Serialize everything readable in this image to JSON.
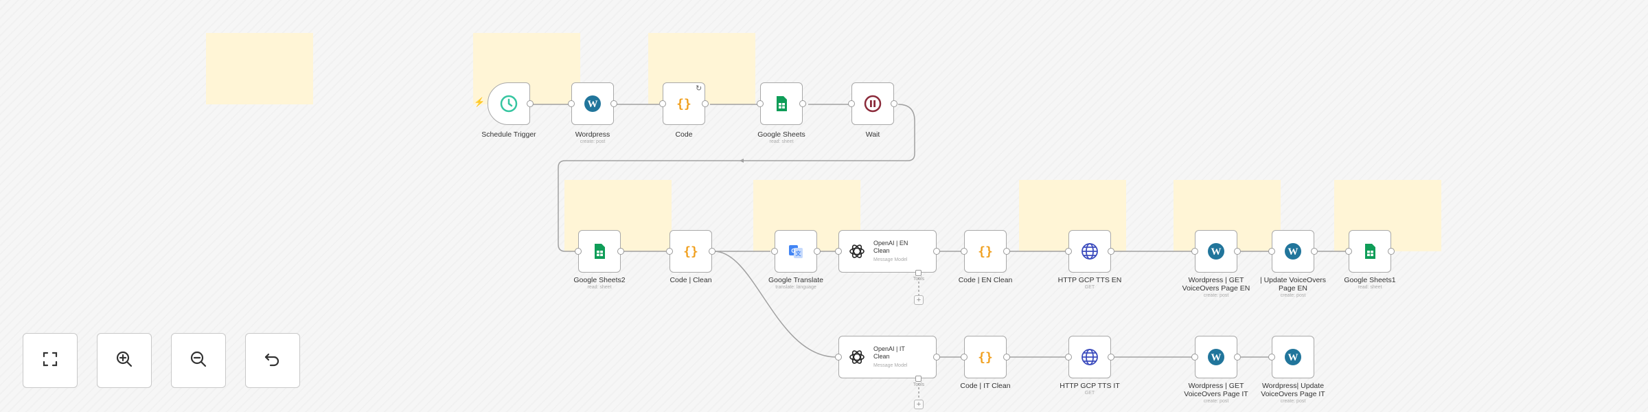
{
  "nodes": {
    "schedule_trigger": {
      "label": "Schedule Trigger",
      "icon": "clock-icon"
    },
    "wordpress": {
      "label": "Wordpress",
      "sub": "create: post",
      "icon": "wordpress-icon"
    },
    "code": {
      "label": "Code",
      "icon": "code-braces-icon"
    },
    "google_sheets": {
      "label": "Google Sheets",
      "sub": "read: sheet",
      "icon": "google-sheets-icon"
    },
    "wait": {
      "label": "Wait",
      "icon": "pause-icon"
    },
    "google_sheets2": {
      "label": "Google Sheets2",
      "sub": "read: sheet",
      "icon": "google-sheets-icon"
    },
    "code_clean": {
      "label": "Code | Clean",
      "icon": "code-braces-icon"
    },
    "google_translate": {
      "label": "Google Translate",
      "sub": "translate: language",
      "icon": "google-translate-icon"
    },
    "openai_en": {
      "title_line1": "OpenAI | EN",
      "title_line2": "Clean",
      "sub": "Message Model",
      "tools": "Tools",
      "icon": "openai-icon"
    },
    "code_en_clean": {
      "label": "Code | EN Clean",
      "icon": "code-braces-icon"
    },
    "http_tts_en": {
      "label": "HTTP GCP TTS EN",
      "sub": "GET",
      "icon": "globe-icon"
    },
    "wp_get_en": {
      "label_line1": "Wordpress | GET",
      "label_line2": "VoiceOvers Page EN",
      "sub": "create: post",
      "icon": "wordpress-icon"
    },
    "wp_update_en": {
      "label_line1": "| Update VoiceOvers",
      "label_line2": "Page EN",
      "sub": "create: post",
      "icon": "wordpress-icon"
    },
    "google_sheets1": {
      "label": "Google Sheets1",
      "sub": "read: sheet",
      "icon": "google-sheets-icon"
    },
    "openai_it": {
      "title_line1": "OpenAI | IT",
      "title_line2": "Clean",
      "sub": "Message Model",
      "tools": "Tools",
      "icon": "openai-icon"
    },
    "code_it_clean": {
      "label": "Code | IT Clean",
      "icon": "code-braces-icon"
    },
    "http_tts_it": {
      "label": "HTTP GCP TTS IT",
      "sub": "GET",
      "icon": "globe-icon"
    },
    "wp_get_it": {
      "label_line1": "Wordpress | GET",
      "label_line2": "VoiceOvers Page IT",
      "sub": "create: post",
      "icon": "wordpress-icon"
    },
    "wp_update_it": {
      "label_line1": "Wordpress| Update",
      "label_line2": "VoiceOvers Page IT",
      "sub": "create: post",
      "icon": "wordpress-icon"
    }
  },
  "controls": {
    "fit": "fit-view-icon",
    "zoom_in": "zoom-in-icon",
    "zoom_out": "zoom-out-icon",
    "undo": "undo-icon"
  },
  "colors": {
    "sticky": "#fff5d6",
    "wordpress": "#21759b",
    "sheets": "#0f9d58",
    "code": "#f0a020",
    "trigger": "#35c5a0",
    "wait": "#8b2a3a",
    "http": "#3b4bbd",
    "translate": "#4285f4",
    "connection": "#a0a0a0",
    "trigger_bolt": "#ff6d5a"
  }
}
